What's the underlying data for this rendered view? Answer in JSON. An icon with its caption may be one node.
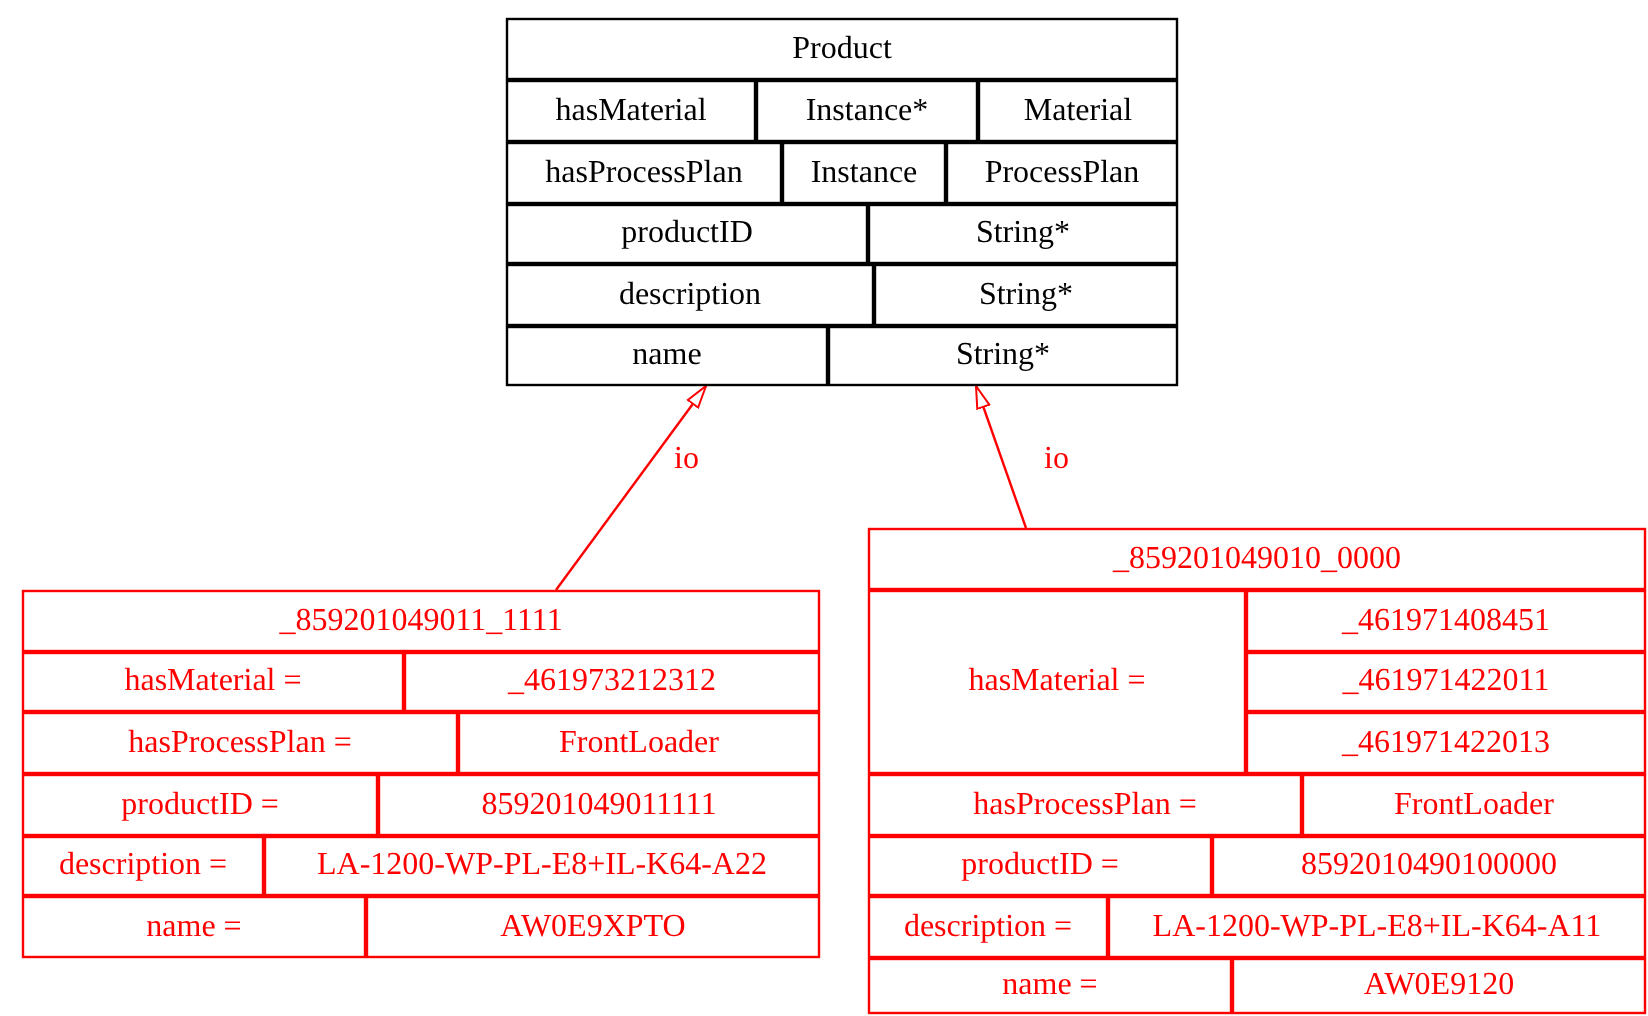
{
  "diagram": {
    "nodes": [
      {
        "text": [
          "Product",
          "hasMaterial",
          "Instance*",
          "Material",
          "hasProcessPlan",
          "Instance",
          "ProcessPlan",
          "productID",
          "String*",
          "description",
          "String*",
          "name",
          "String*"
        ]
      },
      {
        "text": [
          "_859201049011_1111",
          "hasMaterial =",
          "_461973212312",
          "hasProcessPlan =",
          "FrontLoader",
          "productID =",
          "859201049011111",
          "description =",
          "LA-1200-WP-PL-E8+IL-K64-A22",
          "name =",
          "AW0E9XPTO"
        ]
      },
      {
        "text": [
          "_859201049010_0000",
          "hasMaterial =",
          "_461971408451",
          "_461971422011",
          "_461971422013",
          "hasProcessPlan =",
          "FrontLoader",
          "productID =",
          "8592010490100000",
          "description =",
          "LA-1200-WP-PL-E8+IL-K64-A11",
          "name =",
          "AW0E9120"
        ]
      }
    ],
    "edges": [
      {
        "from": 1,
        "to": 0,
        "arrow": "to",
        "label": "io"
      },
      {
        "from": 2,
        "to": 0,
        "arrow": "to",
        "label": "io"
      }
    ]
  }
}
